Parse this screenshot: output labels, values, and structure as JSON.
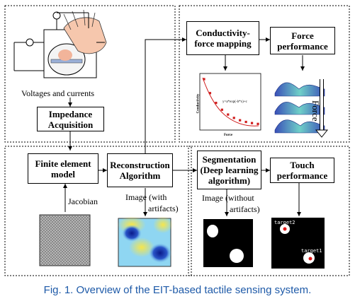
{
  "boxes": {
    "impedance": "Impedance Acquisition",
    "fem": "Finite element model",
    "reconstruction": "Reconstruction Algorithm",
    "mapping": "Conductivity-force mapping",
    "force": "Force performance",
    "segmentation": "Segmentation (Deep learning algorithm)",
    "touch": "Touch performance"
  },
  "labels": {
    "voltages": "Voltages and currents",
    "jacobian": "Jacobian",
    "image_with_1": "Image (with",
    "image_with_2": "artifacts)",
    "image_without_1": "Image (without",
    "image_without_2": "artifacts)",
    "force_arrow": "Force",
    "target2": "target2",
    "target1": "target1"
  },
  "plot": {
    "ylabel": "Conductivity",
    "xlabel": "Force",
    "equation": "y=a*exp(-b*x)+c",
    "point_count": 10
  },
  "caption": "Fig. 1.  Overview of the EIT-based tactile sensing system."
}
